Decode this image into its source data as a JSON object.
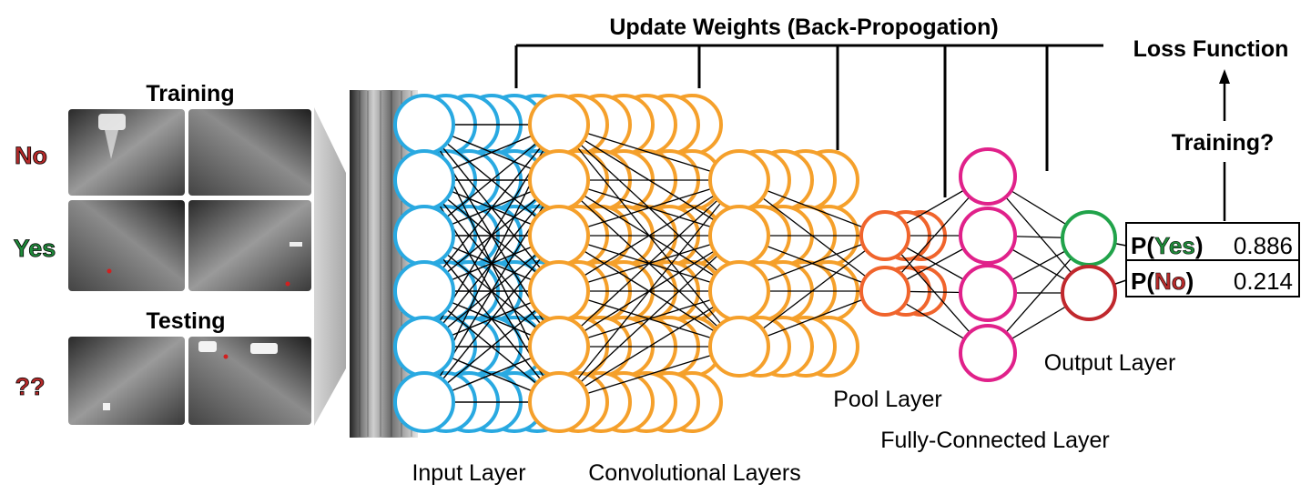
{
  "section_titles": {
    "training": "Training",
    "testing": "Testing"
  },
  "class_labels": {
    "no": "No",
    "yes": "Yes",
    "unknown": "??"
  },
  "backprop_label": "Update Weights (Back-Propogation)",
  "loss_function": "Loss Function",
  "training_question": "Training?",
  "layers": {
    "input": "Input Layer",
    "convolutional": "Convolutional Layers",
    "pool": "Pool Layer",
    "fully_connected": "Fully-Connected Layer",
    "output": "Output Layer"
  },
  "output_box": {
    "yes_prefix": "P(",
    "yes_word": "Yes",
    "yes_suffix": ")",
    "yes_value": "0.886",
    "no_prefix": "P(",
    "no_word": "No",
    "no_suffix": ")",
    "no_value": "0.214"
  },
  "colors": {
    "input": "#29a9e1",
    "conv": "#f5a02b",
    "pool": "#f0642c",
    "fc": "#e0218a",
    "out_yes": "#21a34a",
    "out_no": "#c0282d",
    "label_red": "#b52a2a",
    "label_green": "#1f8a3a"
  }
}
